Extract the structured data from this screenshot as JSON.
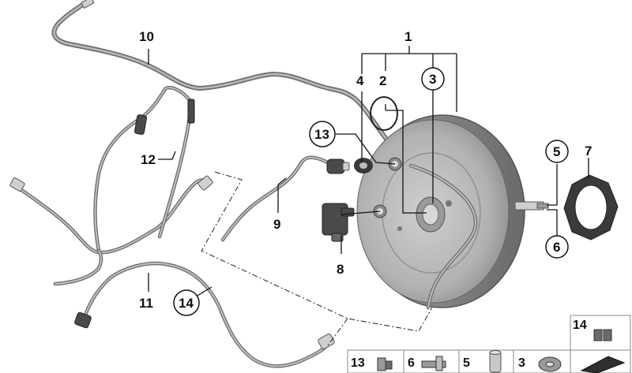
{
  "callouts": {
    "c1": "1",
    "c2": "2",
    "c3": "3",
    "c4": "4",
    "c5": "5",
    "c6": "6",
    "c7": "7",
    "c8": "8",
    "c9": "9",
    "c10": "10",
    "c11": "11",
    "c12": "12",
    "c13": "13",
    "c14": "14"
  },
  "thumbnails": {
    "t14": "14",
    "t13": "13",
    "t6": "6",
    "t5": "5",
    "t3": "3"
  },
  "colors": {
    "booster_body": "#a9a9a9",
    "booster_edge": "#5f5f5f",
    "tube": "#6e6e6e",
    "gasket": "#3a3a3a"
  }
}
